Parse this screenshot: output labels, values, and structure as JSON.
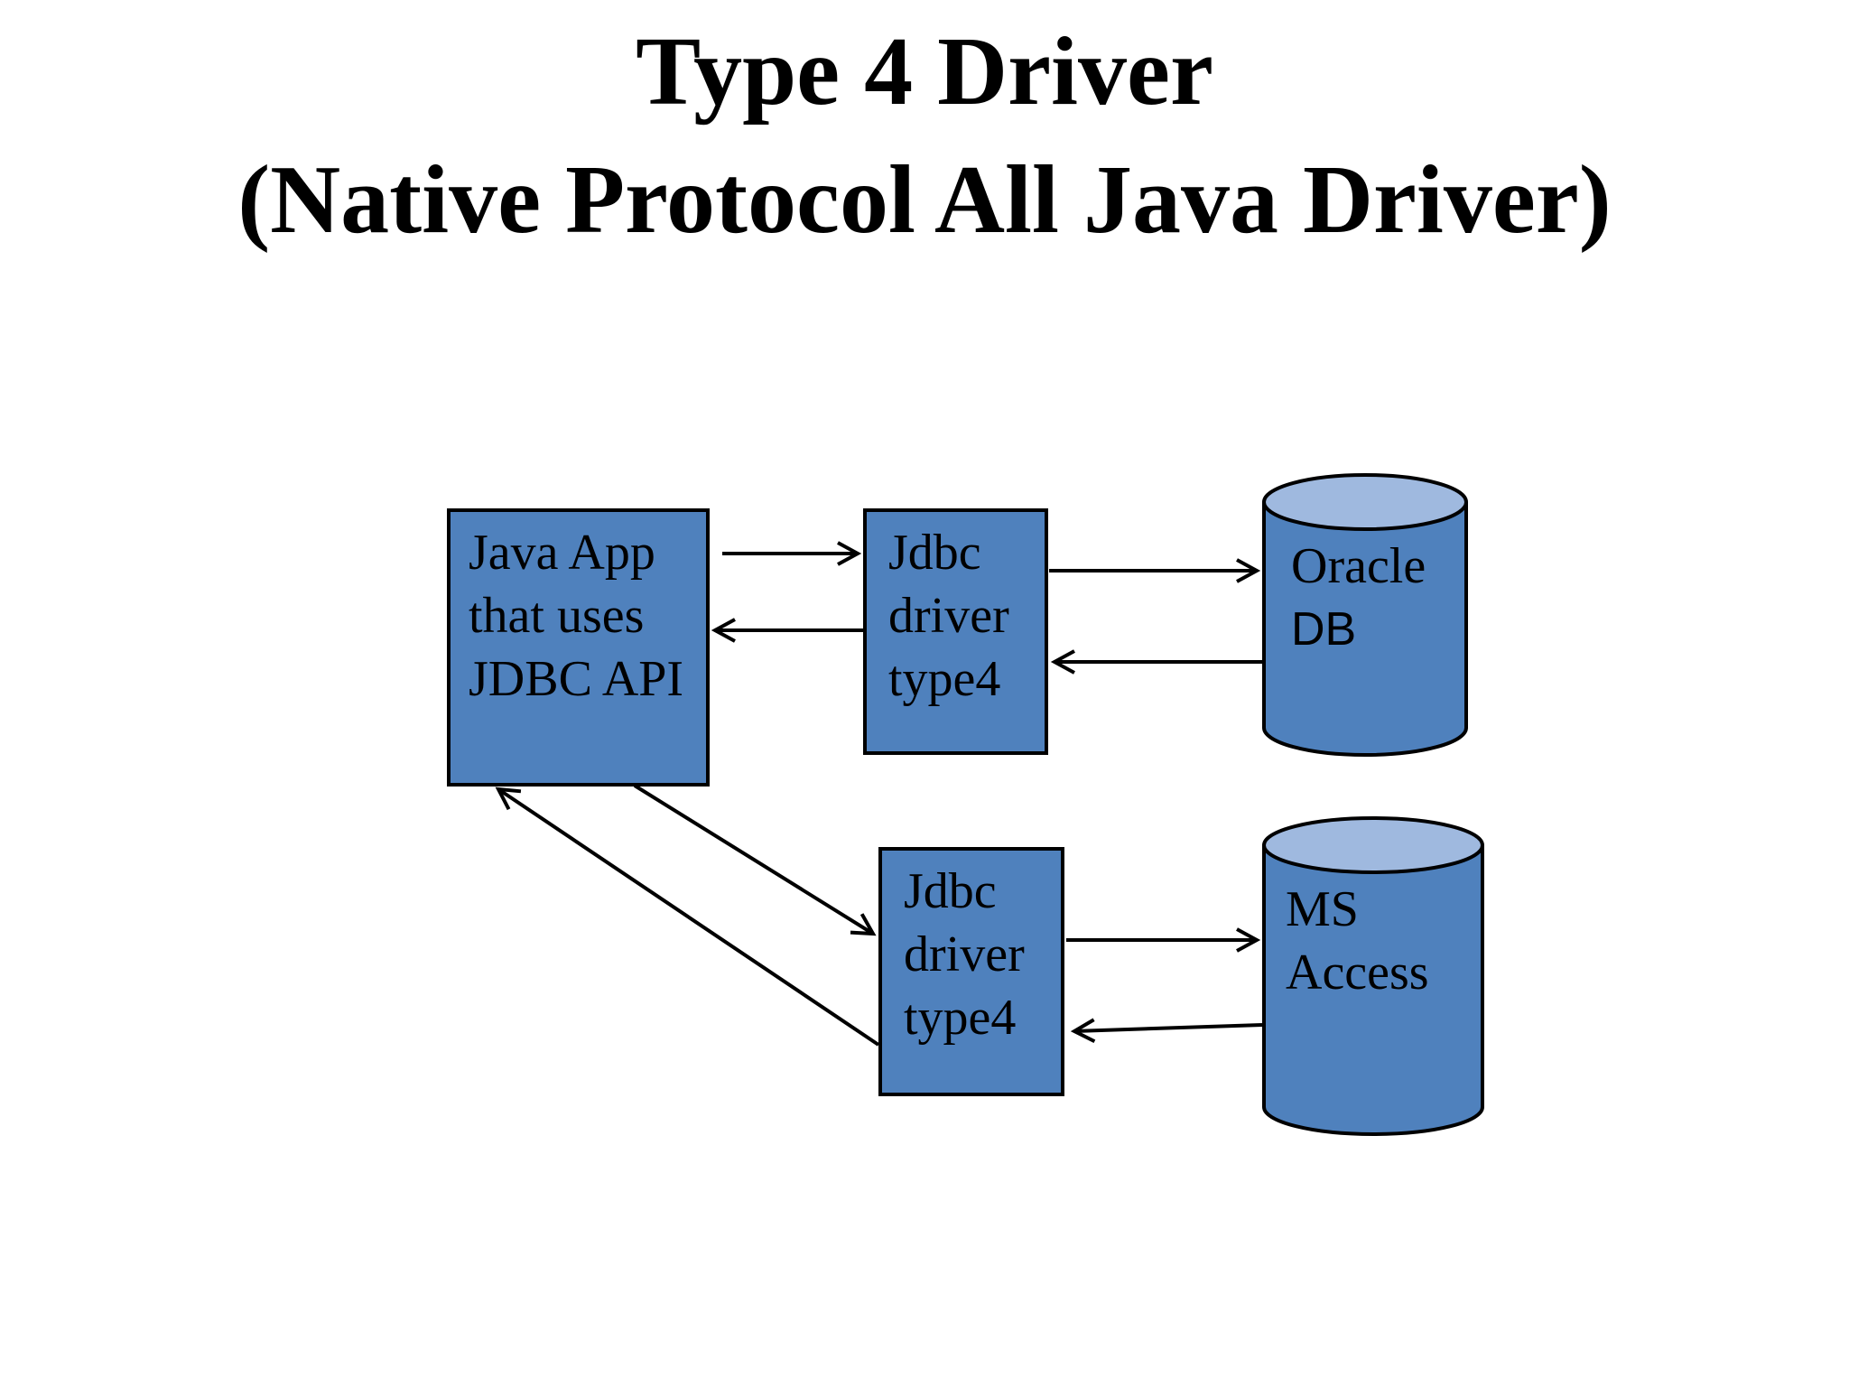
{
  "title": {
    "line1": "Type 4 Driver",
    "line2": "(Native Protocol All Java Driver)"
  },
  "nodes": {
    "java_app": {
      "lines": [
        "Java App",
        "that uses",
        "JDBC API"
      ]
    },
    "jdbc_driver_top": {
      "lines": [
        "Jdbc",
        "driver",
        "type4"
      ]
    },
    "jdbc_driver_bottom": {
      "lines": [
        "Jdbc",
        "driver",
        "type4"
      ]
    },
    "oracle_db": {
      "line1": "Oracle",
      "line2": "DB"
    },
    "ms_access": {
      "line1": "MS",
      "line2": "Access"
    }
  },
  "connections": [
    {
      "from": "java_app",
      "to": "jdbc_driver_top"
    },
    {
      "from": "jdbc_driver_top",
      "to": "java_app"
    },
    {
      "from": "jdbc_driver_top",
      "to": "oracle_db"
    },
    {
      "from": "oracle_db",
      "to": "jdbc_driver_top"
    },
    {
      "from": "java_app",
      "to": "jdbc_driver_bottom"
    },
    {
      "from": "jdbc_driver_bottom",
      "to": "java_app"
    },
    {
      "from": "jdbc_driver_bottom",
      "to": "ms_access"
    },
    {
      "from": "ms_access",
      "to": "jdbc_driver_bottom"
    }
  ],
  "colors": {
    "shape_fill": "#4f81bd",
    "cylinder_top_fill": "#9fb9df",
    "outline": "#000000",
    "background": "#ffffff",
    "text": "#000000"
  }
}
